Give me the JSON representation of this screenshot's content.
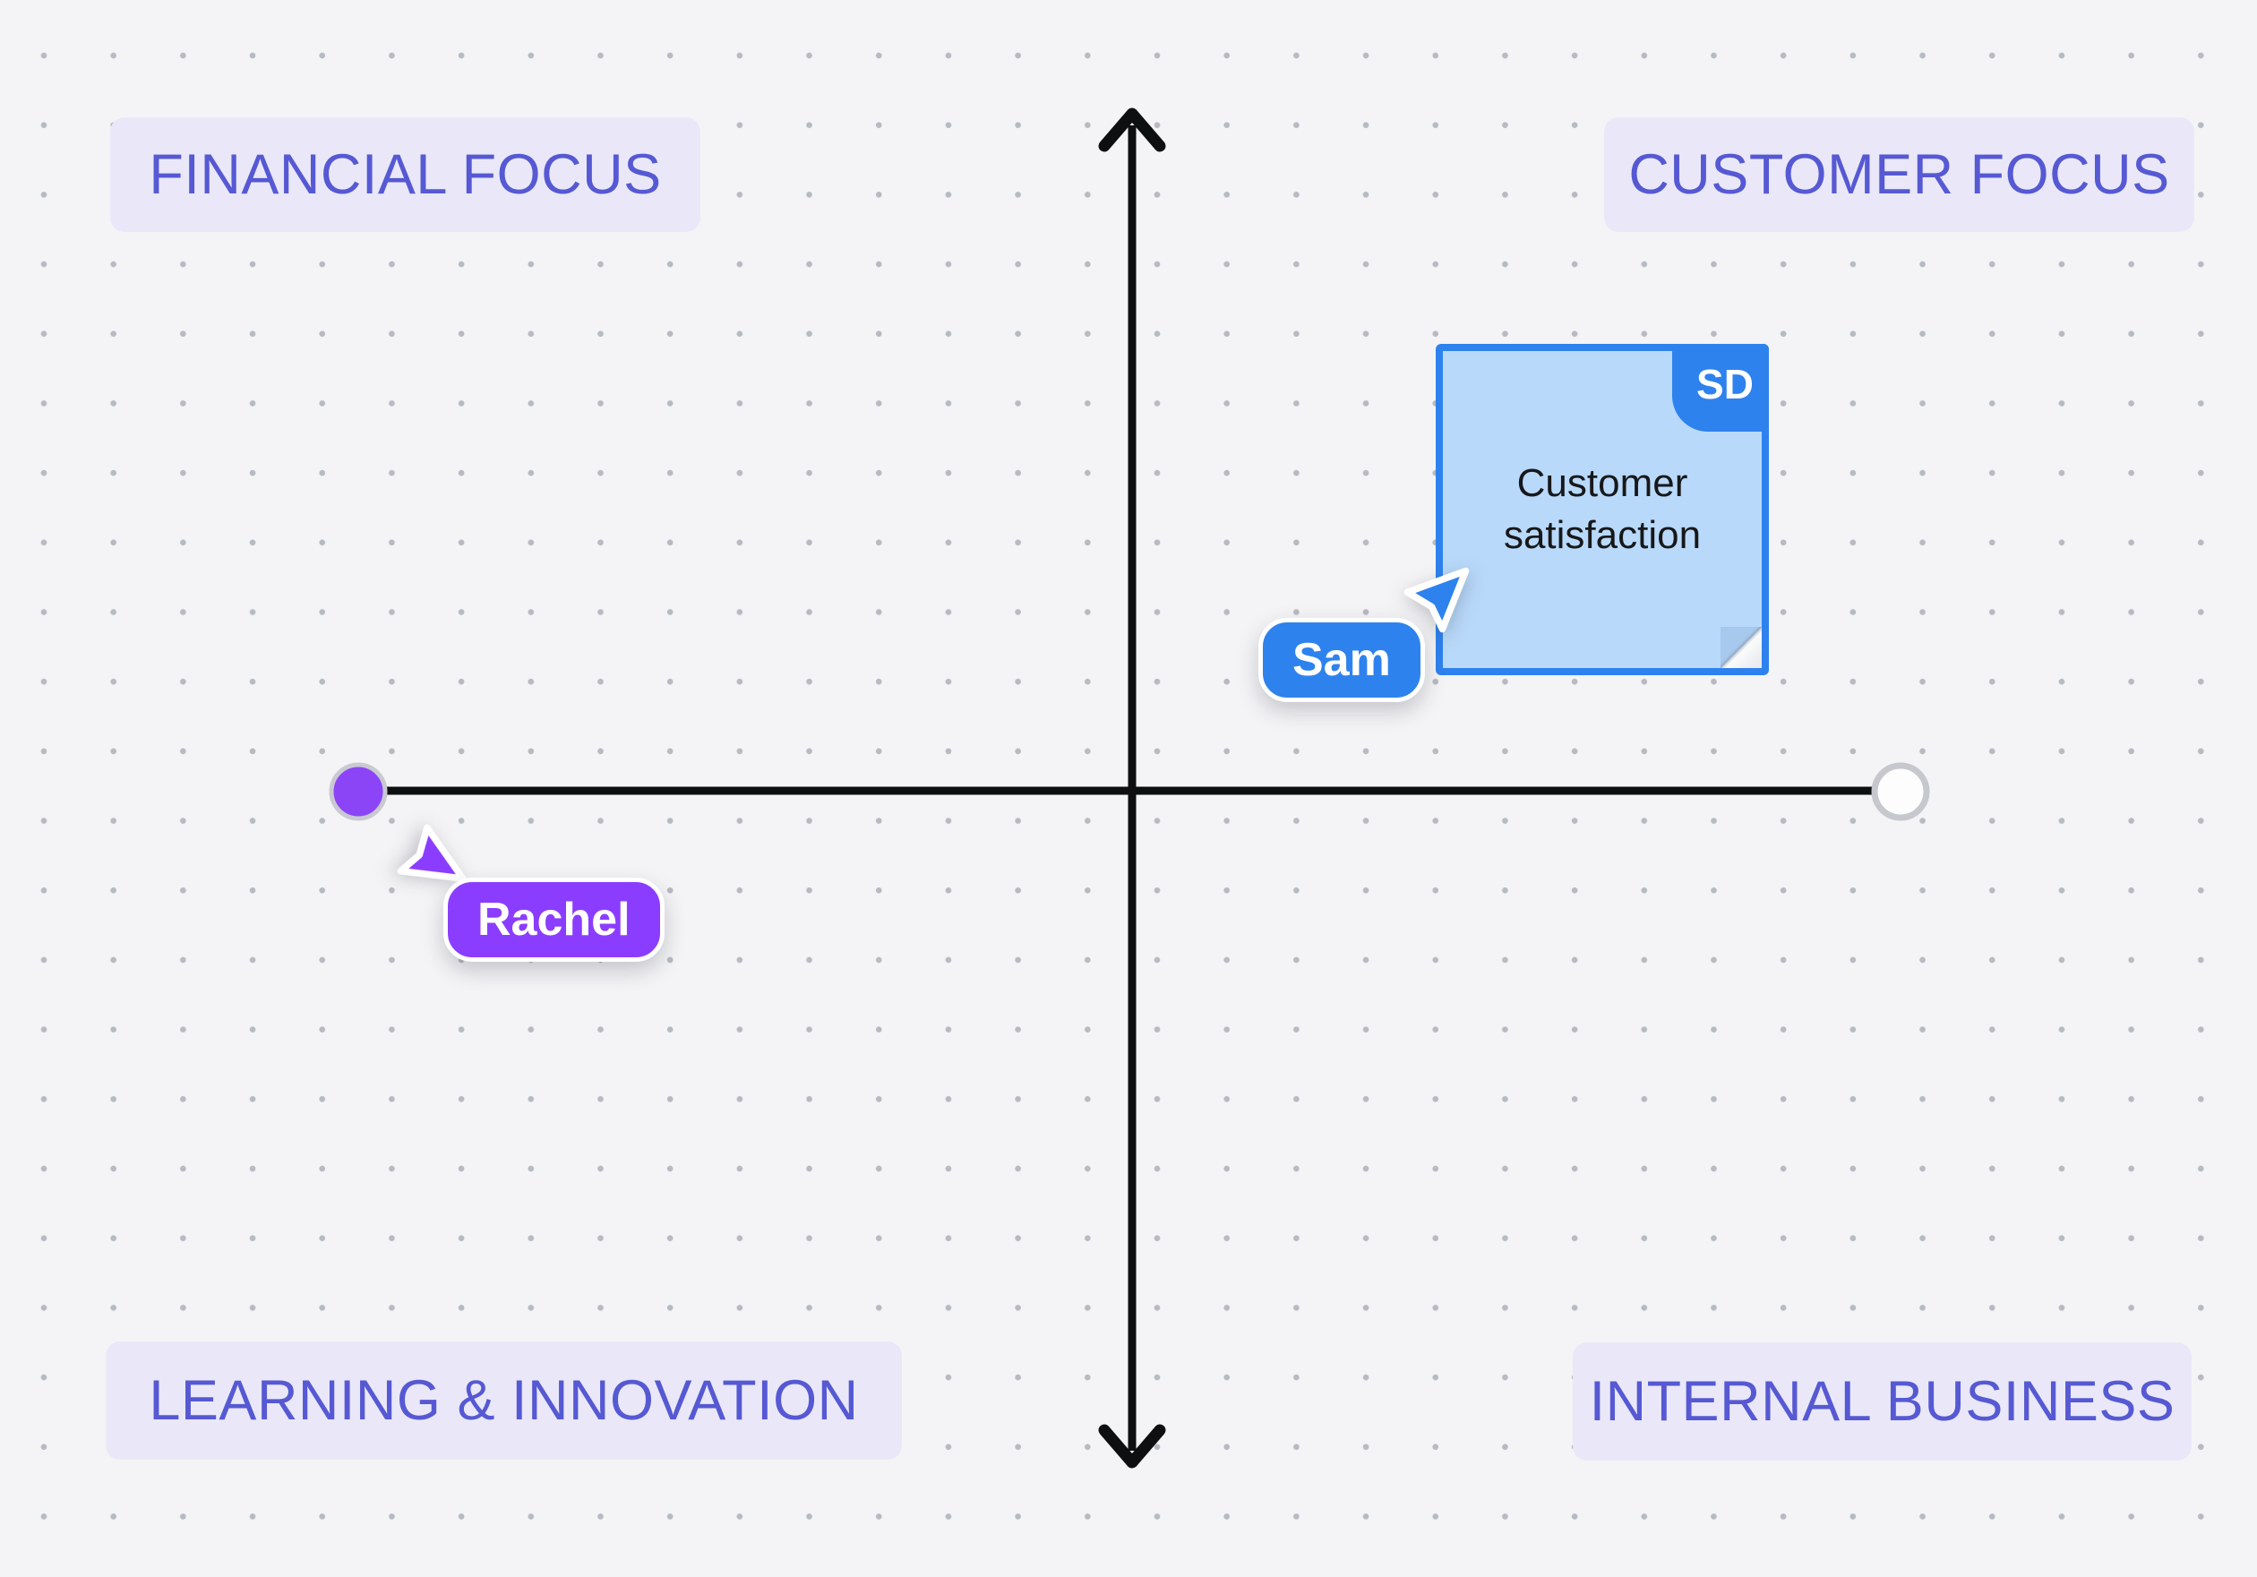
{
  "quadrant_labels": {
    "top_left": "FINANCIAL FOCUS",
    "top_right": "CUSTOMER FOCUS",
    "bottom_left": "LEARNING & INNOVATION",
    "bottom_right": "INTERNAL BUSINESS"
  },
  "sticky_note": {
    "text": "Customer satisfaction",
    "author_badge": "SD"
  },
  "cursors": {
    "sam": {
      "name": "Sam"
    },
    "rachel": {
      "name": "Rachel"
    }
  },
  "colors": {
    "board-bg": "#f4f4f6",
    "dot": "#b7bac1",
    "axis": "#0e0f11",
    "label-bg": "#eae8f8",
    "label-text": "#5659d3",
    "note-fill": "#b9d9fa",
    "note-border": "#2e82ee",
    "note-fold": "#a8c9ee",
    "blue-accent": "#2e82ee",
    "purple-accent": "#8b3dff",
    "endpoint-purple": "#8b45f7"
  }
}
